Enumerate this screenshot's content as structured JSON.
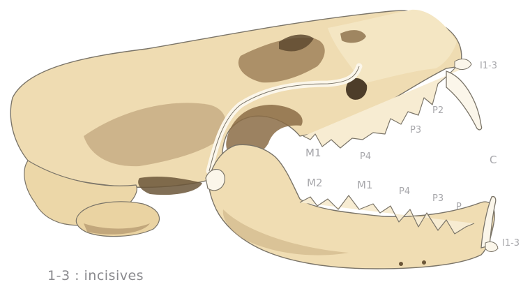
{
  "figure": {
    "caption": "1-3 : incisives",
    "labels": {
      "incisor_upper": "I1-3",
      "incisor_lower": "I1-3",
      "canine": "C",
      "upper_m1": "M1",
      "upper_p4": "P4",
      "upper_p3": "P3",
      "upper_p2": "P2",
      "lower_m2": "M2",
      "lower_m1": "M1",
      "lower_p4": "P4",
      "lower_p3": "P3",
      "lower_p2": "P"
    }
  },
  "colors": {
    "bone": "#efdcb2",
    "bone_light": "#f6e9c8",
    "shadow_brown": "#a68a62",
    "dark_brown": "#6f5a3c",
    "outline": "#7a7468",
    "label_grey": "#a7a7ab"
  }
}
